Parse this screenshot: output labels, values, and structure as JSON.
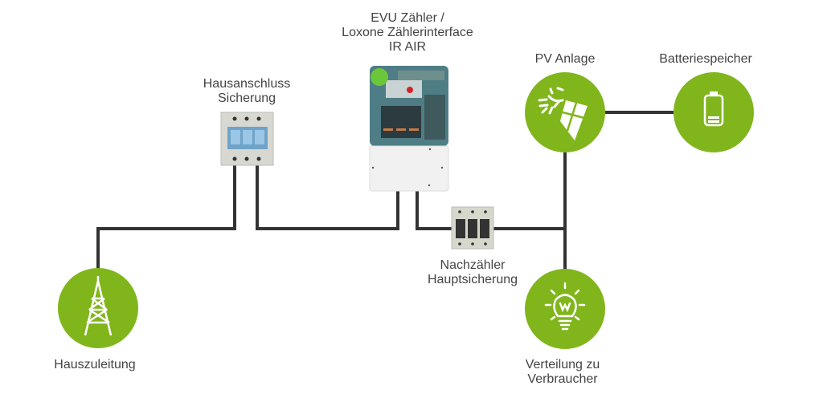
{
  "labels": {
    "meter": [
      "EVU Zähler /",
      "Loxone Zählerinterface",
      "IR AIR"
    ],
    "house_fuse": [
      "Hausanschluss",
      "Sicherung"
    ],
    "pv": "PV Anlage",
    "battery": "Batteriespeicher",
    "post_meter_fuse": [
      "Nachzähler",
      "Hauptsicherung"
    ],
    "grid": "Hauszuleitung",
    "consumers": [
      "Verteilung zu",
      "Verbraucher"
    ]
  },
  "colors": {
    "accent": "#80b61c",
    "wire": "#333333",
    "text": "#444444"
  },
  "icons": [
    "transmission-tower-icon",
    "solar-panel-icon",
    "battery-icon",
    "light-bulb-icon"
  ]
}
